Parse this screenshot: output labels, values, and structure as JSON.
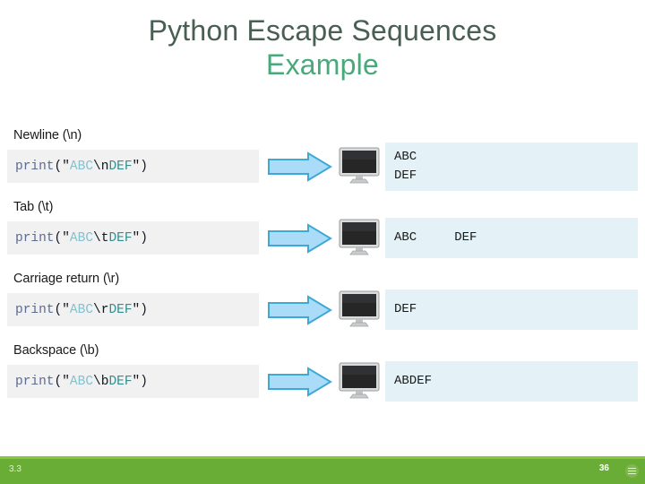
{
  "title": {
    "line1": "Python Escape Sequences",
    "line2": "Example",
    "color_line1": "#4a5f54",
    "color_line2": "#49a97a"
  },
  "rows": [
    {
      "label": "Newline (\\n)",
      "code": {
        "fn": "print",
        "open": "(\"",
        "str1": "ABC",
        "escape": "\\n",
        "str2": "DEF",
        "close": "\")"
      },
      "output_lines": [
        "ABC",
        "DEF"
      ],
      "arrow_icon": "right-arrow-icon",
      "monitor_icon": "monitor-icon"
    },
    {
      "label": "Tab (\\t)",
      "code": {
        "fn": "print",
        "open": "(\"",
        "str1": "ABC",
        "escape": "\\t",
        "str2": "DEF",
        "close": "\")"
      },
      "output_lines": [
        "ABC     DEF"
      ],
      "arrow_icon": "right-arrow-icon",
      "monitor_icon": "monitor-icon"
    },
    {
      "label": "Carriage return (\\r)",
      "code": {
        "fn": "print",
        "open": "(\"",
        "str1": "ABC",
        "escape": "\\r",
        "str2": "DEF",
        "close": "\")"
      },
      "output_lines": [
        "DEF"
      ],
      "arrow_icon": "right-arrow-icon",
      "monitor_icon": "monitor-icon"
    },
    {
      "label": "Backspace (\\b)",
      "code": {
        "fn": "print",
        "open": "(\"",
        "str1": "ABC",
        "escape": "\\b",
        "str2": "DEF",
        "close": "\")"
      },
      "output_lines": [
        "ABDEF"
      ],
      "arrow_icon": "right-arrow-icon",
      "monitor_icon": "monitor-icon"
    }
  ],
  "footer": {
    "left_label": "3.3",
    "page_number": "36",
    "menu_icon": "menu-circle-icon",
    "bar_color": "#6aad36",
    "bar_top_color": "#8cc63e"
  },
  "colors": {
    "code_panel_bg": "#f1f1f1",
    "output_panel_bg": "#e4f2f7",
    "arrow_fill": "#aadcf7",
    "arrow_stroke": "#3fa9d6"
  }
}
